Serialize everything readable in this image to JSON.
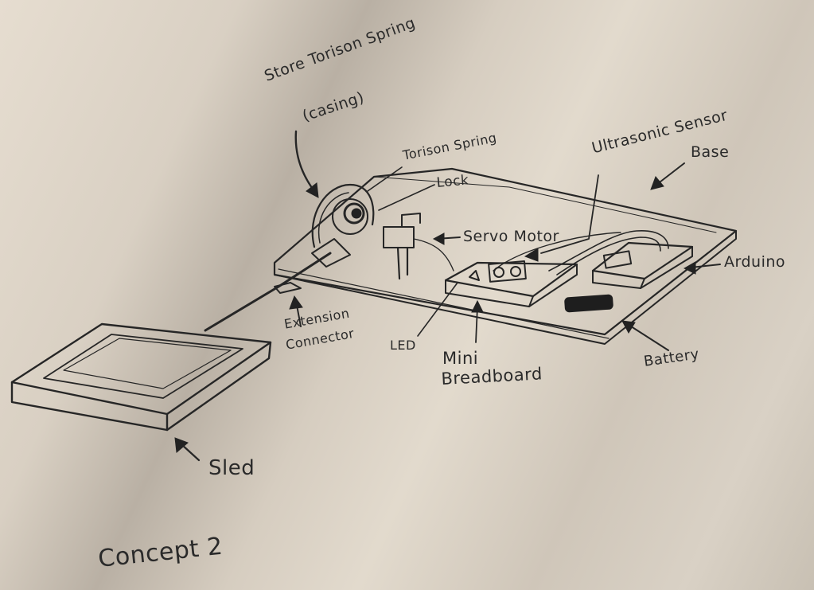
{
  "labels": {
    "store_torsion_line1": "Store Torison Spring",
    "store_torsion_line2": "(casing)",
    "torsion_spring": "Torison Spring",
    "lock": "Lock",
    "ultrasonic_sensor": "Ultrasonic Sensor",
    "base": "Base",
    "servo_motor": "Servo Motor",
    "arduino": "Arduino",
    "extension_line1": "Extension",
    "extension_line2": "Connector",
    "led": "LED",
    "mini_line1": "Mini",
    "mini_line2": "Breadboard",
    "battery": "Battery",
    "sled": "Sled",
    "concept": "Concept 2"
  }
}
